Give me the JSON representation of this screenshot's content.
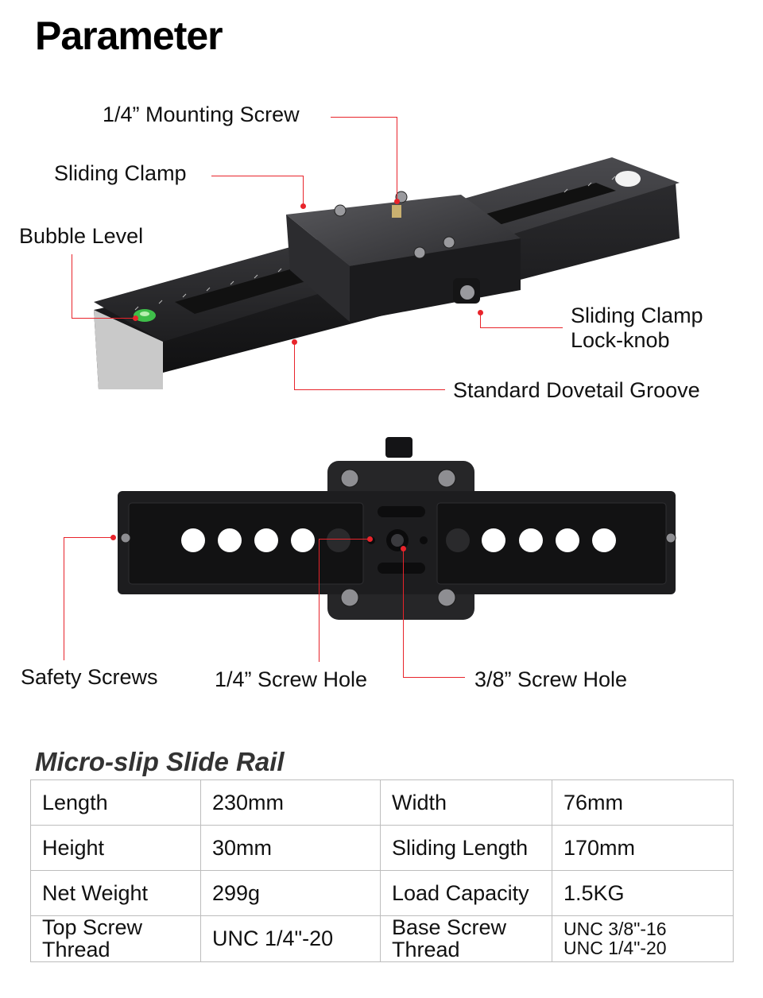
{
  "title": "Parameter",
  "callouts": {
    "mounting_screw": "1/4” Mounting Screw",
    "sliding_clamp": "Sliding Clamp",
    "bubble_level": "Bubble Level",
    "lock_knob_line1": "Sliding Clamp",
    "lock_knob_line2": "Lock-knob",
    "dovetail": "Standard Dovetail Groove",
    "safety_screws": "Safety Screws",
    "screw_hole_14": "1/4” Screw Hole",
    "screw_hole_38": "3/8” Screw Hole"
  },
  "specs": {
    "heading": "Micro-slip Slide Rail",
    "rows": [
      {
        "k1": "Length",
        "v1": "230mm",
        "k2": "Width",
        "v2": "76mm"
      },
      {
        "k1": "Height",
        "v1": "30mm",
        "k2": "Sliding Length",
        "v2": "170mm"
      },
      {
        "k1": "Net Weight",
        "v1": "299g",
        "k2": "Load Capacity",
        "v2": "1.5KG"
      },
      {
        "k1a": "Top Screw",
        "k1b": "Thread",
        "v1": "UNC 1/4\"-20",
        "k2a": "Base Screw",
        "k2b": "Thread",
        "v2a": "UNC 3/8\"-16",
        "v2b": "UNC 1/4\"-20"
      }
    ]
  },
  "colors": {
    "accent": "#e8242b",
    "metal_dark": "#1f1f21",
    "metal_mid": "#3a3a3d"
  }
}
